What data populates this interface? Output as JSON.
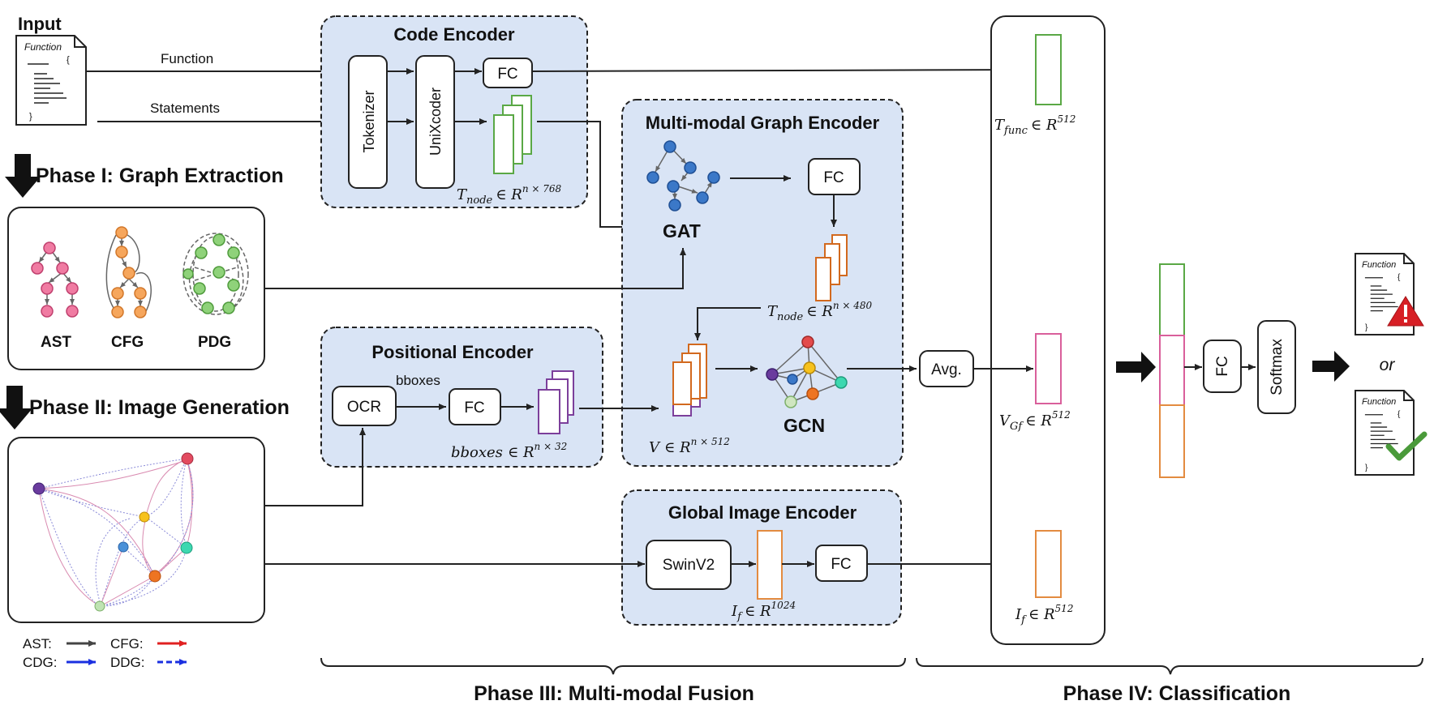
{
  "input": {
    "title": "Input",
    "doc_label": "Function",
    "function_label": "Function",
    "statements_label": "Statements"
  },
  "phases": {
    "p1": "Phase I: Graph Extraction",
    "p2": "Phase II: Image Generation",
    "p3": "Phase III: Multi-modal Fusion",
    "p4": "Phase IV: Classification"
  },
  "graphs": {
    "ast": "AST",
    "cfg": "CFG",
    "pdg": "PDG"
  },
  "legend": {
    "ast": "AST:",
    "cfg": "CFG:",
    "cdg": "CDG:",
    "ddg": "DDG:"
  },
  "code_encoder": {
    "title": "Code Encoder",
    "tokenizer": "Tokenizer",
    "unixcoder": "UniXcoder",
    "fc": "FC",
    "t_node_base": "T",
    "t_node_sub": "node",
    "t_node_rel": "∈ R",
    "t_node_sup": "n × 768"
  },
  "graph_encoder": {
    "title": "Multi-modal Graph Encoder",
    "gat": "GAT",
    "gcn": "GCN",
    "fc": "FC",
    "t_node_base": "T",
    "t_node_sub": "node",
    "t_node_rel": "∈ R",
    "t_node_sup": "n × 480",
    "v_base": "V",
    "v_rel": "∈ R",
    "v_sup": "n × 512"
  },
  "positional_encoder": {
    "title": "Positional Encoder",
    "ocr": "OCR",
    "bboxes_label": "bboxes",
    "fc": "FC",
    "bb_base": "bboxes",
    "bb_rel": "∈ R",
    "bb_sup": "n × 32"
  },
  "image_encoder": {
    "title": "Global Image Encoder",
    "swin": "SwinV2",
    "fc": "FC",
    "if_base": "I",
    "if_sub": "f",
    "if_rel": "∈ R",
    "if_sup": "1024"
  },
  "classification": {
    "avg": "Avg.",
    "tfunc_base": "T",
    "tfunc_sub": "func",
    "tfunc_rel": "∈ R",
    "tfunc_sup": "512",
    "vgf_base": "V",
    "vgf_sub": "Gf",
    "vgf_rel": "∈ R",
    "vgf_sup": "512",
    "if_base": "I",
    "if_sub": "f",
    "if_rel": "∈ R",
    "if_sup": "512",
    "fc": "FC",
    "softmax": "Softmax",
    "or": "or",
    "doc_label": "Function"
  },
  "colors": {
    "panel": "#d9e4f5",
    "green": "#5aa845",
    "orange": "#e38b40",
    "pink": "#d95f9b",
    "purple": "#7c3f9b",
    "node_blue": "#3b78c8",
    "warning_red": "#d71f25",
    "check_green": "#4a9a3a"
  }
}
